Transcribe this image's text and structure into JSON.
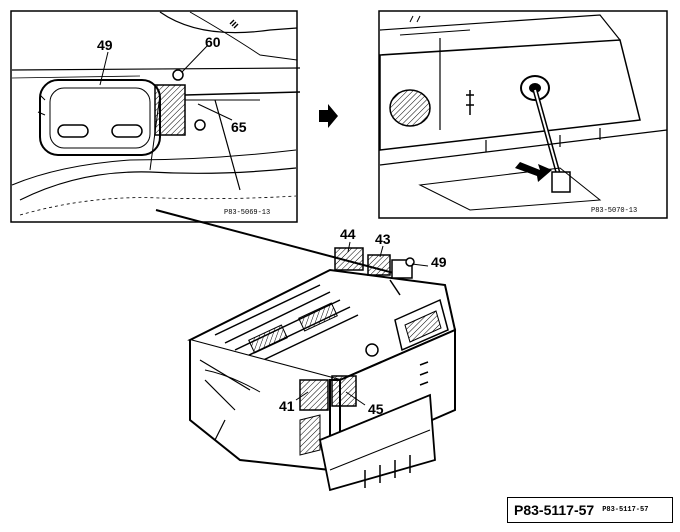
{
  "callouts": {
    "c49_top": "49",
    "c60": "60",
    "c65": "65",
    "c44": "44",
    "c43": "43",
    "c49_main": "49",
    "c41": "41",
    "c45": "45"
  },
  "figure_codes": {
    "left_panel": "P83-5069-13",
    "right_panel": "P83-5070-13",
    "main": "P83-5117-57",
    "main_small": "P83-5117-57"
  }
}
